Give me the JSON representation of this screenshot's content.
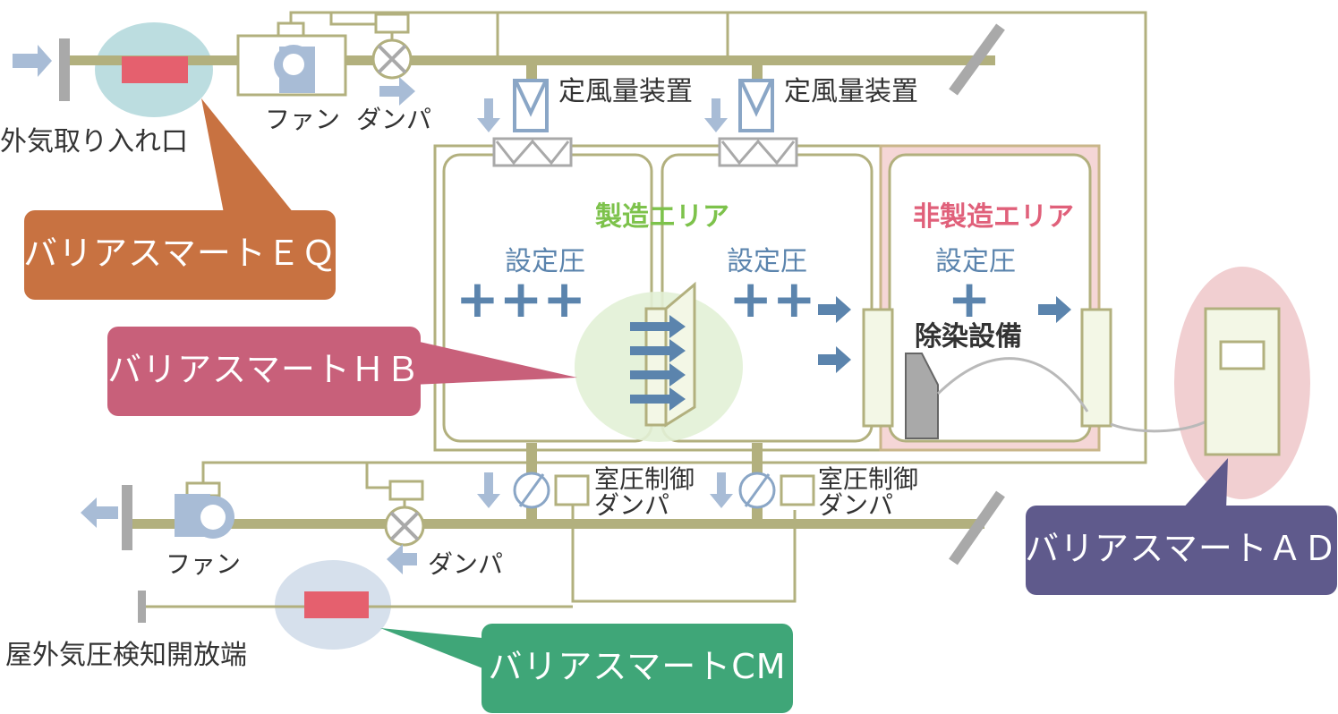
{
  "labels": {
    "outdoor_intake": "外気取り入れ口",
    "fan_top": "ファン",
    "damper_top": "ダンパ",
    "cav_1": "定風量装置",
    "cav_2": "定風量装置",
    "fan_bottom": "ファン",
    "damper_bottom": "ダンパ",
    "room_damper_1": [
      "室圧制御",
      "ダンパ"
    ],
    "room_damper_2": [
      "室圧制御",
      "ダンパ"
    ],
    "outdoor_sensing": "屋外気圧検知開放端",
    "decon": "除染設備"
  },
  "areas": {
    "manufacturing": "製造エリア",
    "non_manufacturing": "非製造エリア"
  },
  "rooms": [
    {
      "pressure_label": "設定圧",
      "level": "+++"
    },
    {
      "pressure_label": "設定圧",
      "level": "++"
    },
    {
      "pressure_label": "設定圧",
      "level": "+"
    }
  ],
  "callouts": {
    "eq": "バリアスマートＥＱ",
    "hb": "バリアスマートＨＢ",
    "cm": "バリアスマートCM",
    "ad": "バリアスマートＡＤ"
  },
  "colors": {
    "duct": "#b2b07e",
    "arrow": "#a8bcd6",
    "pressure_blue": "#5b84ad",
    "eq": "#c87241",
    "hb": "#c8607a",
    "cm": "#3fa678",
    "ad": "#5f5a8c",
    "manufacturing_title": "#7dc24b",
    "non_manufacturing_title": "#e0607a",
    "heater_red": "#e5606e"
  }
}
